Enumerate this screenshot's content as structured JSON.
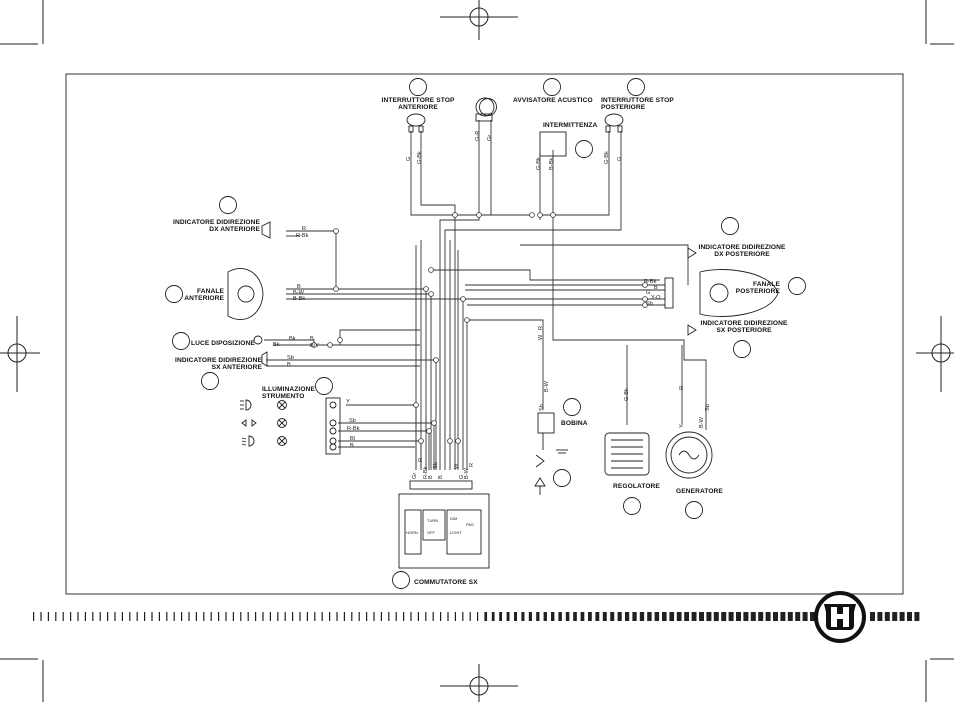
{
  "labels": {
    "interruttore_stop_anteriore": [
      "INTERRUTTORE STOP",
      "ANTERIORE"
    ],
    "avvisatore_acustico": "AVVISATORE ACUSTICO",
    "interruttore_stop_posteriore": [
      "INTERRUTTORE STOP",
      "POSTERIORE"
    ],
    "intermittenza": "INTERMITTENZA",
    "indicatore_dx_anteriore": [
      "INDICATORE DIDIREZIONE",
      "DX ANTERIORE"
    ],
    "fanale_anteriore": [
      "FANALE",
      "ANTERIORE"
    ],
    "luce_di_posizione": "LUCE DIPOSIZIONE",
    "indicatore_sx_anteriore": [
      "INDICATORE DIDIREZIONE",
      "SX ANTERIORE"
    ],
    "illuminazione_strumento": [
      "ILLUMINAZIONE",
      "STRUMENTO"
    ],
    "indicatore_dx_posteriore": [
      "INDICATORE DIDIREZIONE",
      "DX POSTERIORE"
    ],
    "fanale_posteriore": [
      "FANALE",
      "POSTERIORE"
    ],
    "indicatore_sx_posteriore": [
      "INDICATORE DIDIREZIONE",
      "SX POSTERIORE"
    ],
    "bobina": "BOBINA",
    "regolatore": "REGOLATORE",
    "generatore": "GENERATORE",
    "commutatore_sx": "COMMUTATORE SX"
  },
  "wire_codes": {
    "stop_ant": [
      "G",
      "G-Bk"
    ],
    "horn": [
      "G-R",
      "Gr"
    ],
    "intermittenza": [
      "G-Bk",
      "B-Bk"
    ],
    "stop_post": [
      "G-Bk",
      "G"
    ],
    "ind_dx_ant": [
      "R",
      "R-Bk"
    ],
    "fanale_ant": [
      "B",
      "B-W",
      "B-Bk"
    ],
    "luce_pos": [
      "Bk",
      "Bk",
      "B",
      "B/Y"
    ],
    "ind_sx_ant": [
      "Sb",
      "B"
    ],
    "strumento": [
      "Y",
      "Sb",
      "R-Bk",
      "Bl",
      "B"
    ],
    "rear": [
      "R-Bk",
      "B",
      "G",
      "Y-O",
      "Sb"
    ],
    "bobina": [
      "B-W",
      "Sb"
    ],
    "regolatore": [
      "G-Bk"
    ],
    "generatore": [
      "R",
      "Y",
      "B-W",
      "Sb"
    ],
    "connector": [
      "Gr",
      "R",
      "R-Bk",
      "B",
      "Sb",
      "B",
      "W",
      "G",
      "B-W",
      "R"
    ],
    "center": [
      "W",
      "R"
    ]
  },
  "switch_labels": [
    "HORN",
    "TURN",
    "DIM",
    "OFF",
    "LIGHT",
    "PAS"
  ],
  "icon_names": [
    "hi-beam-icon",
    "turn-signal-icon",
    "low-beam-icon",
    "lamp-x-icon",
    "husqvarna-logo"
  ]
}
